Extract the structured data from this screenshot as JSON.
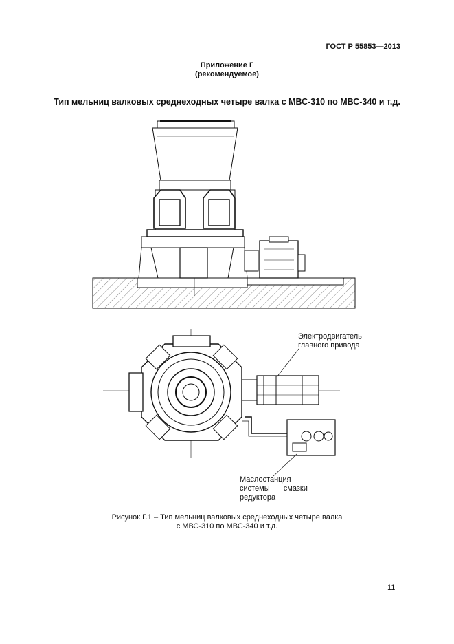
{
  "header": {
    "standard": "ГОСТ Р 55853—2013"
  },
  "annex": {
    "title": "Приложение Г",
    "status": "(рекомендуемое)"
  },
  "heading": "Тип мельниц валковых среднеходных четыре валка с МВС-310 по МВС-340 и т.д.",
  "labels": {
    "motor_line1": "Электродвигатель",
    "motor_line2": "главного привода",
    "oil_line1": "Маслостанция",
    "oil_line2a": "системы",
    "oil_line2b": "смазки",
    "oil_line3": "редуктора"
  },
  "caption": {
    "line1": "Рисунок Г.1 – Тип мельниц валковых среднеходных четыре валка",
    "line2": "с МВС-310 по МВС-340 и т.д."
  },
  "page_number": "11"
}
